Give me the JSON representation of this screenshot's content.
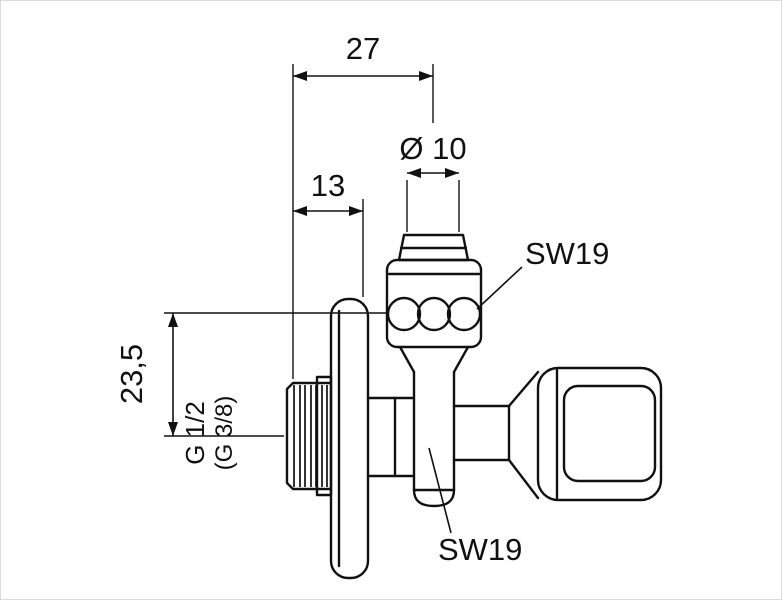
{
  "drawing": {
    "dimensions": {
      "width_total": "27",
      "width_offset": "13",
      "pipe_diameter": "Ø 10",
      "height_offset": "23,5"
    },
    "labels": {
      "wrench_size_top": "SW19",
      "wrench_size_bottom": "SW19",
      "thread_primary": "G 1/2",
      "thread_alternate": "(G 3/8)"
    },
    "colors": {
      "line": "#111111",
      "background": "#ffffff"
    }
  }
}
